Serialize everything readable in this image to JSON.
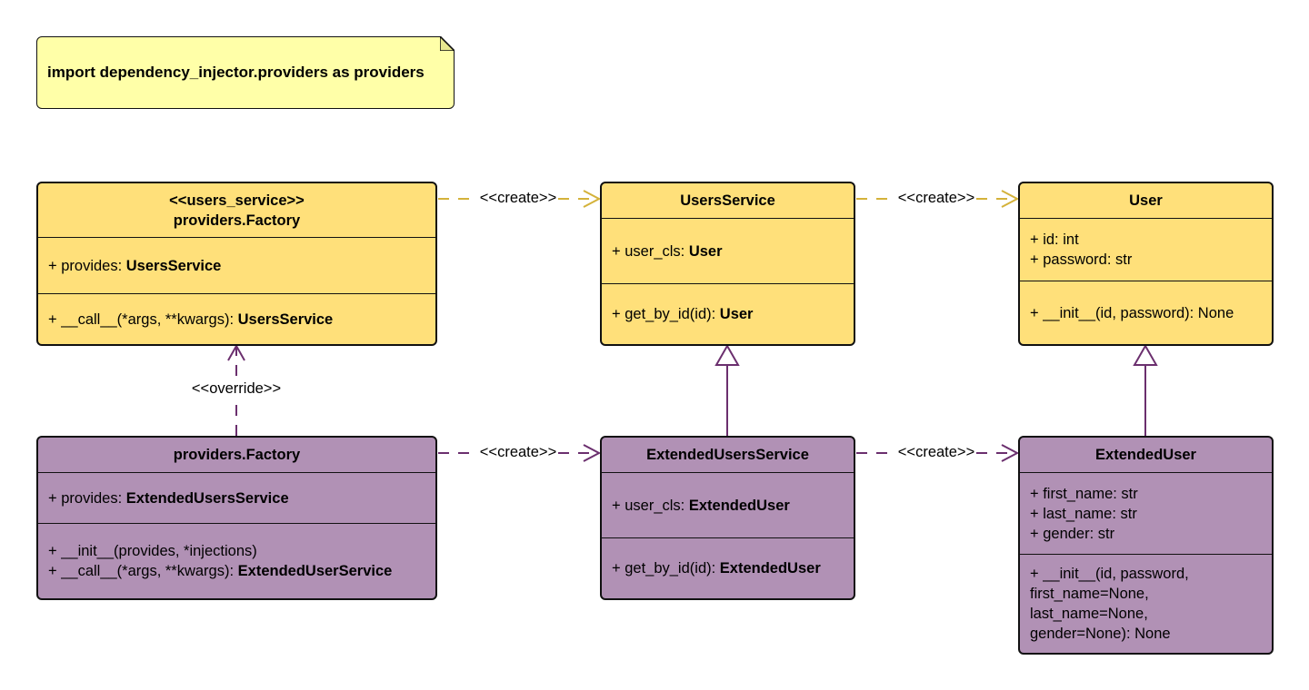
{
  "note": {
    "text": "import dependency_injector.providers as providers"
  },
  "colors": {
    "yellow_fill": "#ffe07a",
    "purple_fill": "#b191b5",
    "note_fill": "#ffffa8",
    "yellow_arrow": "#d4b23a",
    "purple_arrow": "#6b2f6e"
  },
  "classes": {
    "factory_yellow": {
      "stereotype": "<<users_service>>",
      "name": "providers.Factory",
      "attributes": [
        {
          "plain": "+ provides: ",
          "bold": "UsersService"
        }
      ],
      "methods": [
        {
          "plain": "+ __call__(*args, **kwargs): ",
          "bold": "UsersService"
        }
      ]
    },
    "users_service": {
      "name": "UsersService",
      "attributes": [
        {
          "plain": "+ user_cls: ",
          "bold": "User"
        }
      ],
      "methods": [
        {
          "plain": "+ get_by_id(id): ",
          "bold": "User"
        }
      ]
    },
    "user": {
      "name": "User",
      "attributes": [
        {
          "plain": "+ id: int",
          "bold": ""
        },
        {
          "plain": "+ password: str",
          "bold": ""
        }
      ],
      "methods": [
        {
          "plain": "+ __init__(id, password): None",
          "bold": ""
        }
      ]
    },
    "factory_purple": {
      "name": "providers.Factory",
      "attributes": [
        {
          "plain": "+ provides: ",
          "bold": "ExtendedUsersService"
        }
      ],
      "methods": [
        {
          "plain": "+ __init__(provides, *injections)",
          "bold": ""
        },
        {
          "plain": "+ __call__(*args, **kwargs): ",
          "bold": "ExtendedUserService"
        }
      ]
    },
    "extended_users_service": {
      "name": "ExtendedUsersService",
      "attributes": [
        {
          "plain": "+ user_cls: ",
          "bold": "ExtendedUser"
        }
      ],
      "methods": [
        {
          "plain": "+ get_by_id(id): ",
          "bold": "ExtendedUser"
        }
      ]
    },
    "extended_user": {
      "name": "ExtendedUser",
      "attributes": [
        {
          "plain": "+ first_name: str",
          "bold": ""
        },
        {
          "plain": "+ last_name: str",
          "bold": ""
        },
        {
          "plain": "+ gender: str",
          "bold": ""
        }
      ],
      "methods": [
        {
          "plain": "+ __init__(id, password,",
          "bold": ""
        },
        {
          "plain": "first_name=None,",
          "bold": ""
        },
        {
          "plain": "last_name=None,",
          "bold": ""
        },
        {
          "plain": "gender=None): None",
          "bold": ""
        }
      ]
    }
  },
  "relations": {
    "create_label": "<<create>>",
    "override_label": "<<override>>"
  }
}
